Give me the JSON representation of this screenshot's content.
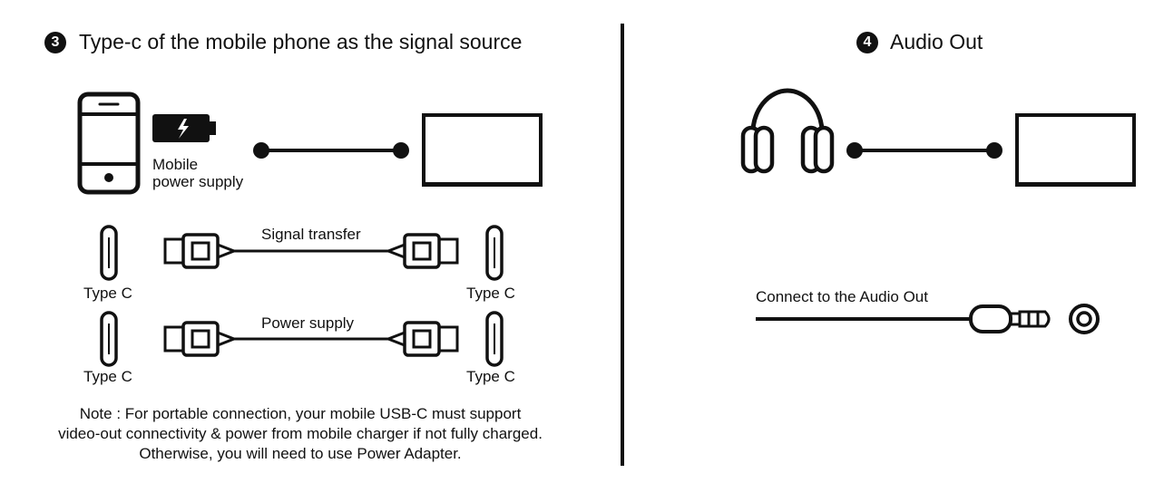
{
  "left_panel": {
    "step_number": "3",
    "title": "Type-c of the mobile phone as the signal source",
    "battery_label": [
      "Mobile",
      "power supply"
    ],
    "signal_row": {
      "label": "Signal transfer",
      "left_port_label": "Type C",
      "right_port_label": "Type C"
    },
    "power_row": {
      "label": "Power supply",
      "left_port_label": "Type C",
      "right_port_label": "Type C"
    },
    "note_lines": [
      "Note : For portable connection, your mobile USB-C must support",
      "video-out connectivity & power from mobile charger if not fully charged.",
      "Otherwise, you will need to use Power  Adapter."
    ]
  },
  "right_panel": {
    "step_number": "4",
    "title": "Audio Out",
    "audio_label": "Connect to the Audio Out"
  },
  "icons": [
    "phone-icon",
    "battery-icon",
    "monitor-icon",
    "headphones-icon",
    "usb-c-port-icon",
    "usb-c-connector-icon",
    "audio-jack-plug-icon",
    "audio-port-icon"
  ]
}
